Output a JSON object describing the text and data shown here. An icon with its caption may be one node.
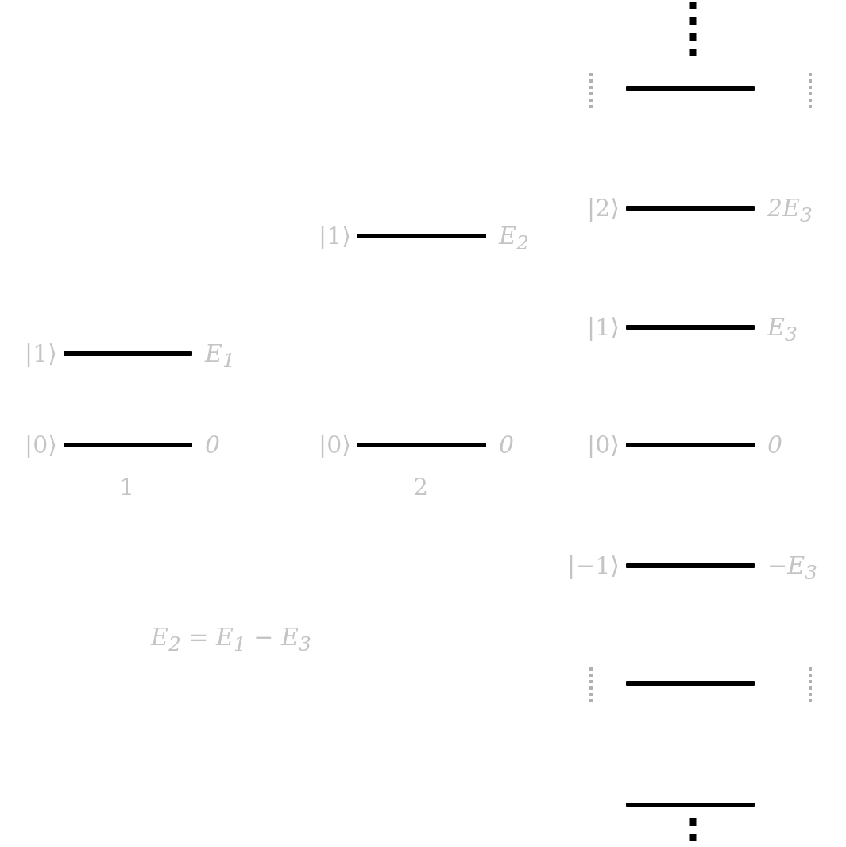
{
  "diagram": {
    "nodes": [
      {
        "text": [],
        "shape": "bar",
        "beside": [
          "|1⟩",
          "E$_{1}$"
        ]
      },
      {
        "text": [],
        "shape": "bar",
        "beside": [
          "|0⟩",
          "0"
        ]
      },
      {
        "text": [],
        "shape": "bar",
        "beside": [
          "|1⟩",
          "E$_{2}$"
        ]
      },
      {
        "text": [],
        "shape": "bar",
        "beside": [
          "|0⟩",
          "0"
        ]
      },
      {
        "text": [],
        "shape": "bar"
      },
      {
        "text": [],
        "shape": "bar",
        "beside": [
          "|2⟩",
          "2E$_{3}$"
        ]
      },
      {
        "text": [],
        "shape": "bar",
        "beside": [
          "|1⟩",
          "E$_{3}$"
        ]
      },
      {
        "text": [],
        "shape": "bar",
        "beside": [
          "|0⟩",
          "0"
        ]
      },
      {
        "text": [],
        "shape": "bar",
        "beside": [
          "|−1⟩",
          "−E$_{3}$"
        ]
      },
      {
        "text": [],
        "shape": "bar"
      },
      {
        "text": [],
        "shape": "bar"
      }
    ],
    "labels": [
      "1",
      "2",
      "E$_{2}$ = E$_{1}$ − E$_{3}$"
    ]
  }
}
